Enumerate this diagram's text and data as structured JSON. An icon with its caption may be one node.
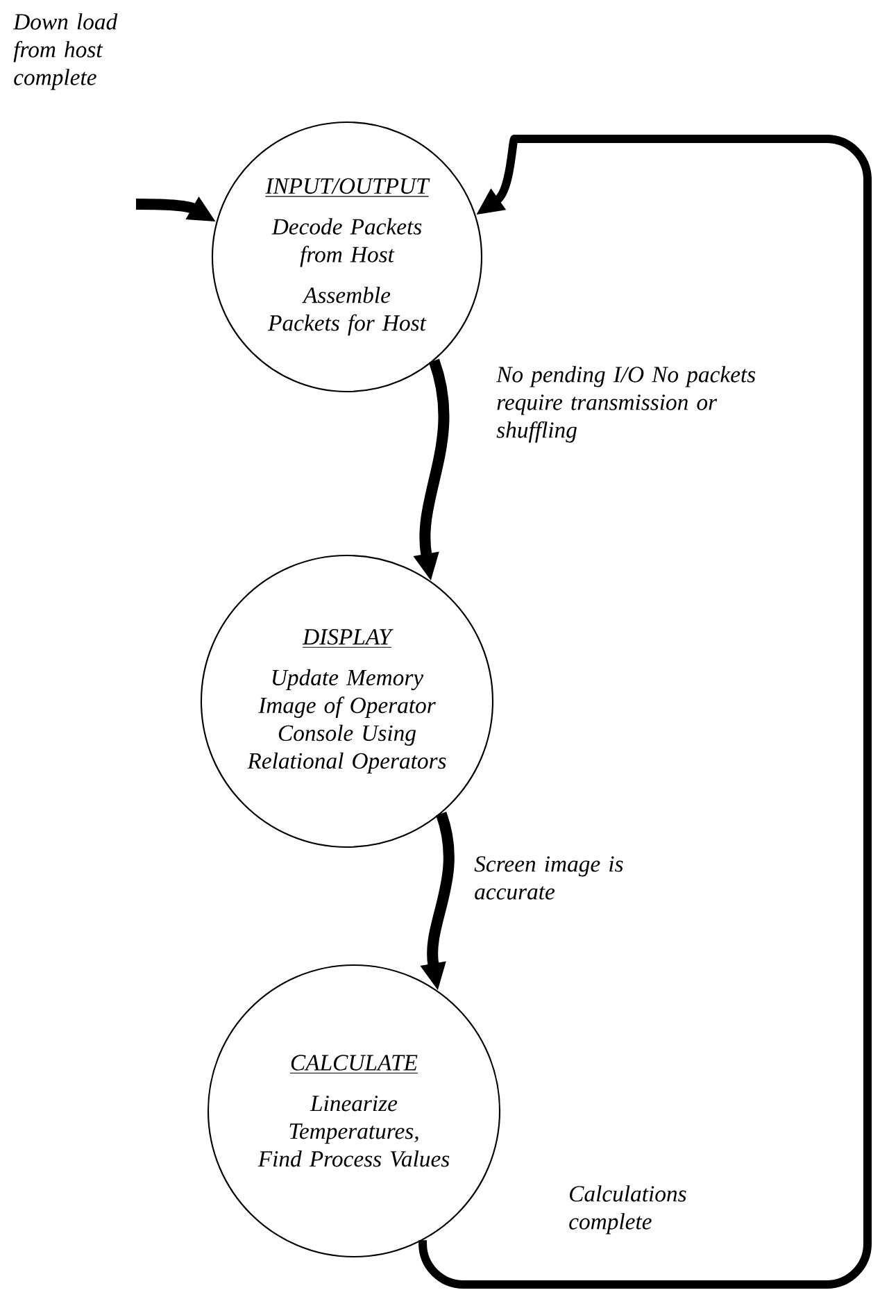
{
  "diagram": {
    "nodes": [
      {
        "text": [
          "INPUT/OUTPUT",
          "Decode Packets from Host",
          "Assemble Packets for Host"
        ]
      },
      {
        "text": [
          "DISPLAY",
          "Update Memory Image of Operator Console Using Relational Operators"
        ]
      },
      {
        "text": [
          "CALCULATE",
          "Linearize Temperatures, Find Process Values"
        ]
      }
    ],
    "edges": [
      {
        "from": null,
        "to": 0,
        "arrow": "to",
        "label": "Down load from host complete"
      },
      {
        "from": 0,
        "to": 1,
        "arrow": "to",
        "label": "No pending I/O No packets require transmission or shuffling"
      },
      {
        "from": 1,
        "to": 2,
        "arrow": "to",
        "label": "Screen image is accurate"
      },
      {
        "from": 2,
        "to": 0,
        "arrow": "to",
        "label": "Calculations complete"
      }
    ]
  }
}
